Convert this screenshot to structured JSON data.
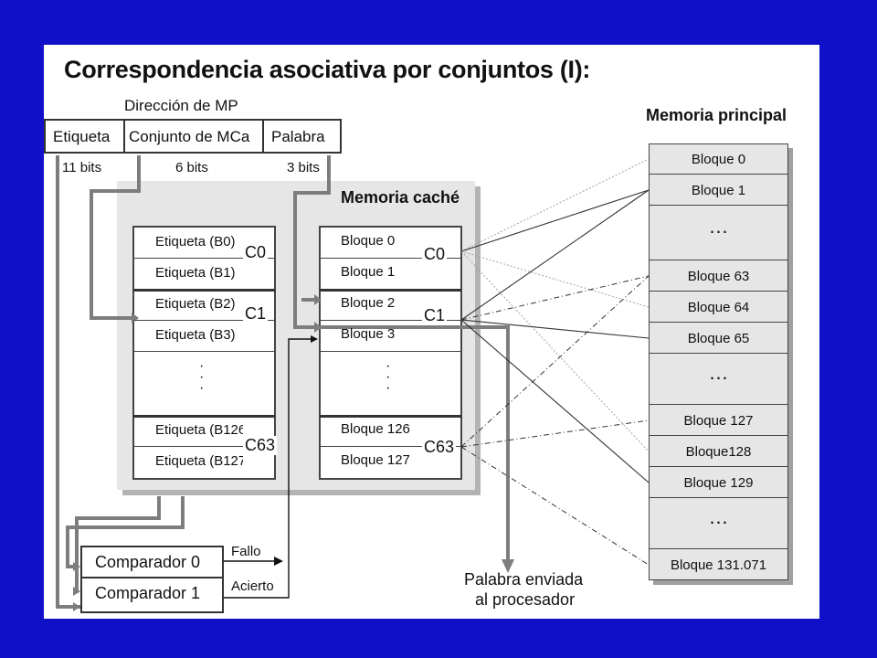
{
  "title": "Correspondencia asociativa por conjuntos (I):",
  "address": {
    "label": "Dirección de MP",
    "fields": [
      {
        "name": "Etiqueta",
        "bits": "11 bits"
      },
      {
        "name": "Conjunto de MCa",
        "bits": "6 bits"
      },
      {
        "name": "Palabra",
        "bits": "3 bits"
      }
    ]
  },
  "cache": {
    "label": "Memoria caché",
    "tags": [
      "Etiqueta (B0)",
      "Etiqueta (B1)",
      "Etiqueta (B2)",
      "Etiqueta (B3)",
      "Etiqueta (B126)",
      "Etiqueta (B127)"
    ],
    "blocks": [
      "Bloque 0",
      "Bloque 1",
      "Bloque 2",
      "Bloque 3",
      "Bloque 126",
      "Bloque 127"
    ],
    "sets": [
      "C0",
      "C1",
      "C63"
    ],
    "vdots": "·\n·\n·"
  },
  "main_memory": {
    "label": "Memoria principal",
    "blocks": [
      "Bloque 0",
      "Bloque 1",
      "…",
      "Bloque 63",
      "Bloque 64",
      "Bloque 65",
      "…",
      "Bloque 127",
      "Bloque128",
      "Bloque 129",
      "…",
      "Bloque 131.071"
    ]
  },
  "comparators": [
    "Comparador 0",
    "Comparador 1"
  ],
  "outputs": {
    "miss": "Fallo",
    "hit": "Acierto"
  },
  "word_sent": [
    "Palabra enviada",
    "al procesador"
  ]
}
